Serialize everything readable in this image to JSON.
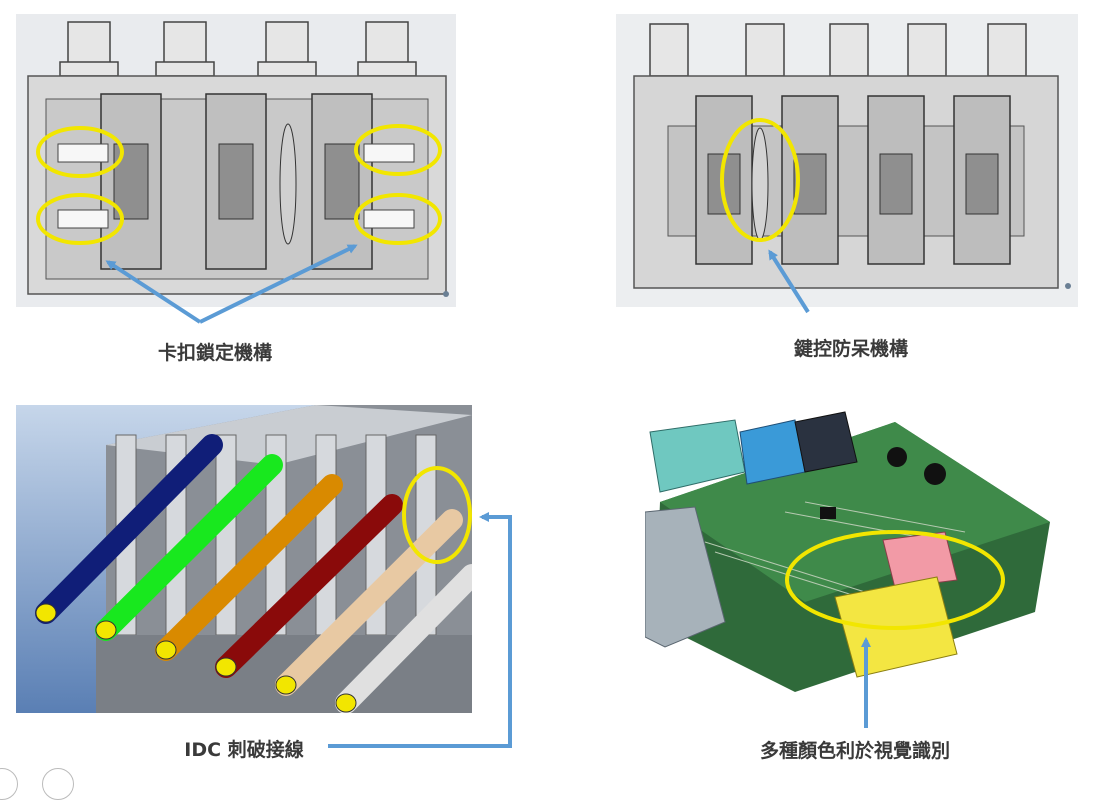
{
  "panels": [
    {
      "caption": "卡扣鎖定機構",
      "image": "connector-latch-render"
    },
    {
      "caption": "鍵控防呆機構",
      "image": "connector-key-render"
    },
    {
      "caption": "IDC 刺破接線",
      "image": "idc-wire-render"
    },
    {
      "caption": "多種顏色利於視覺識別",
      "image": "pcb-color-connectors-photo"
    }
  ],
  "colors": {
    "highlight": "#f2e600",
    "arrow": "#5b9bd5",
    "caption": "#3a3a3a"
  }
}
